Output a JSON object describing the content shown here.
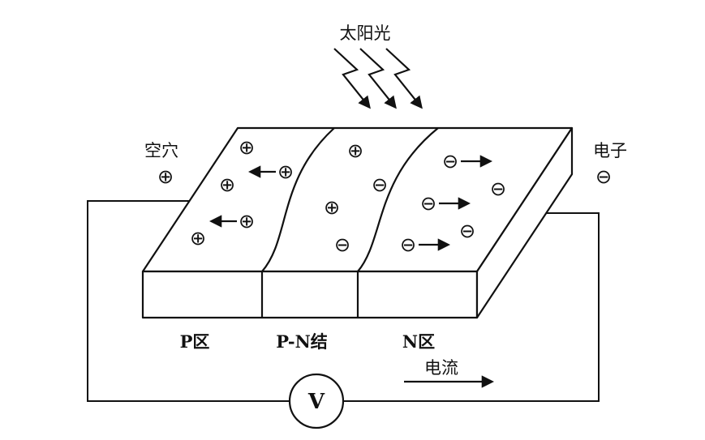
{
  "labels": {
    "sunlight": "太阳光",
    "hole": "空穴",
    "electron": "电子",
    "p_region": "P区",
    "pn_junction": "P-N结",
    "n_region": "N区",
    "current": "电流",
    "voltmeter": "V"
  },
  "symbols": {
    "plus": "⊕",
    "minus": "⊖"
  },
  "colors": {
    "ink": "#111111",
    "background": "#ffffff"
  }
}
